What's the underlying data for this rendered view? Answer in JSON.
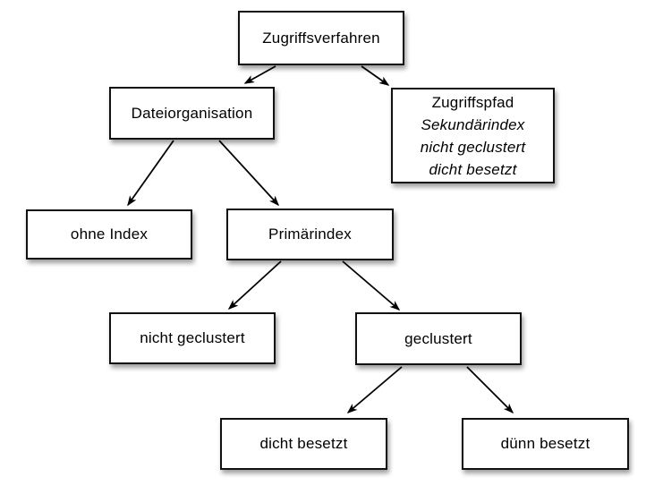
{
  "diagram": {
    "type": "tree",
    "nodes": {
      "zugriffsverfahren": {
        "label": "Zugriffsverfahren"
      },
      "dateiorganisation": {
        "label": "Dateiorganisation"
      },
      "zugriffspfad": {
        "lines": [
          "Zugriffspfad",
          "Sekundärindex",
          "nicht geclustert",
          "dicht besetzt"
        ],
        "italic_line_indexes": [
          1,
          2,
          3
        ]
      },
      "ohne_index": {
        "label": "ohne Index"
      },
      "primaerindex": {
        "label": "Primärindex"
      },
      "nicht_geclustert": {
        "label": "nicht geclustert"
      },
      "geclustert": {
        "label": "geclustert"
      },
      "dicht_besetzt": {
        "label": "dicht besetzt"
      },
      "duenn_besetzt": {
        "label": "dünn besetzt"
      }
    },
    "edges": [
      {
        "from": "zugriffsverfahren",
        "to": "dateiorganisation"
      },
      {
        "from": "zugriffsverfahren",
        "to": "zugriffspfad"
      },
      {
        "from": "dateiorganisation",
        "to": "ohne_index"
      },
      {
        "from": "dateiorganisation",
        "to": "primaerindex"
      },
      {
        "from": "primaerindex",
        "to": "nicht_geclustert"
      },
      {
        "from": "primaerindex",
        "to": "geclustert"
      },
      {
        "from": "geclustert",
        "to": "dicht_besetzt"
      },
      {
        "from": "geclustert",
        "to": "duenn_besetzt"
      }
    ]
  },
  "colors": {
    "background": "#ffffff",
    "node_fill": "#ffffff",
    "node_border": "#111111",
    "text": "#000000",
    "arrow": "#000000"
  }
}
